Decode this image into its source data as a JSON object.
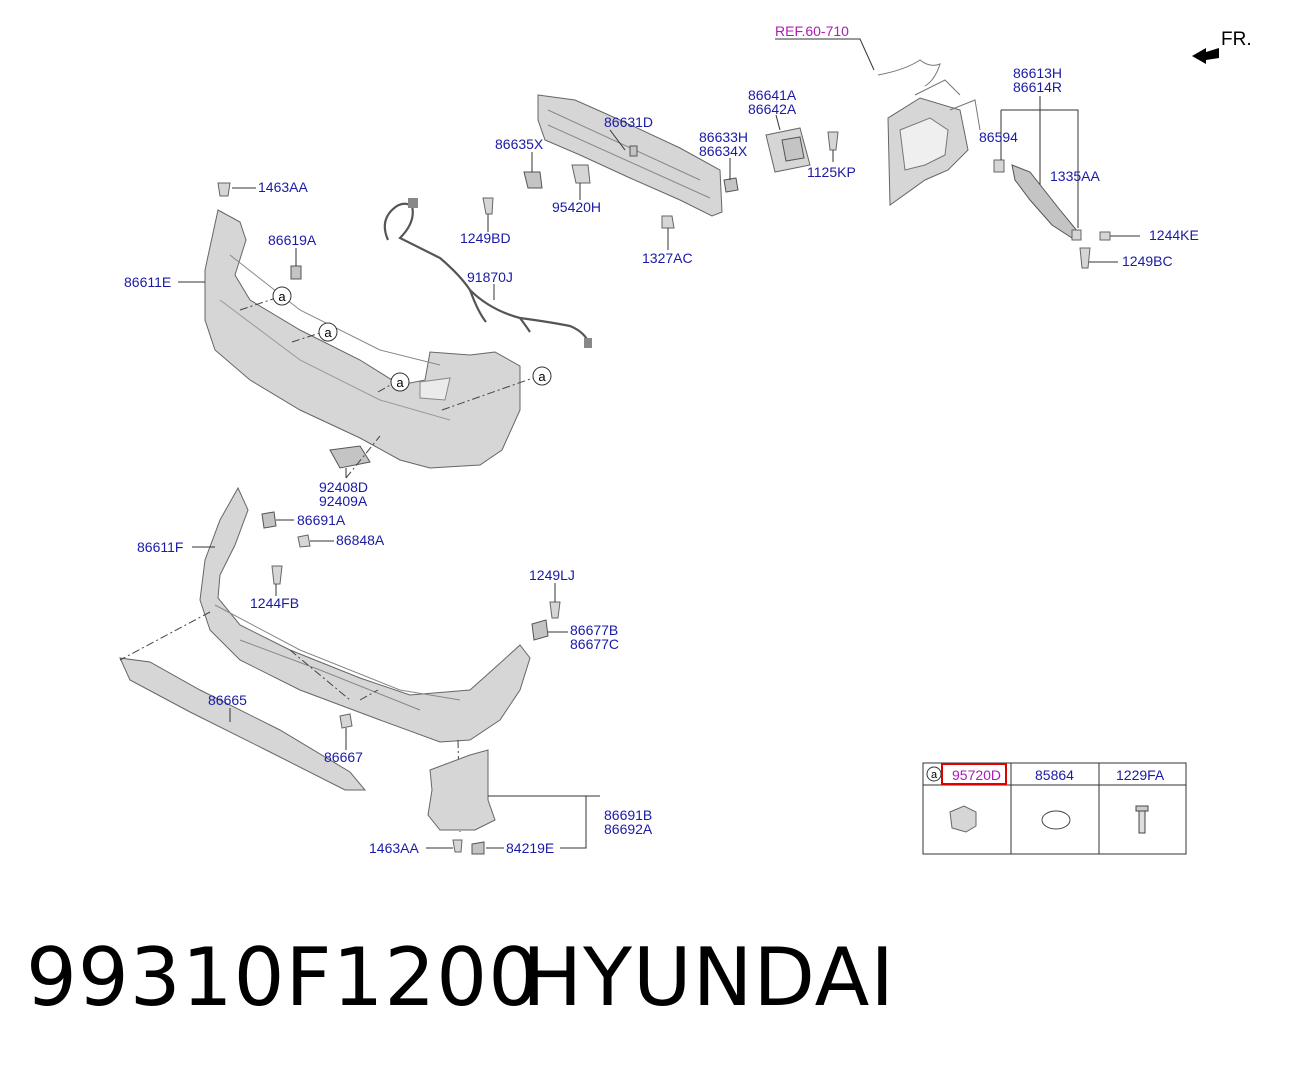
{
  "direction_label": "FR.",
  "reference": "REF.60-710",
  "callouts": {
    "c86613H": "86613H",
    "c86614R": "86614R",
    "c86641A": "86641A",
    "c86642A": "86642A",
    "c86631D": "86631D",
    "c86635X": "86635X",
    "c86633H": "86633H",
    "c86634X": "86634X",
    "c86594": "86594",
    "c1125KP": "1125KP",
    "c1335AA": "1335AA",
    "c95420H": "95420H",
    "c1463AA_top": "1463AA",
    "c1249BD": "1249BD",
    "c86619A": "86619A",
    "c1244KE": "1244KE",
    "c1327AC": "1327AC",
    "c1249BC": "1249BC",
    "c91870J": "91870J",
    "c86611E": "86611E",
    "c92408D": "92408D",
    "c92409A": "92409A",
    "c86691A": "86691A",
    "c86611F": "86611F",
    "c86848A": "86848A",
    "c1249LJ": "1249LJ",
    "c1244FB": "1244FB",
    "c86677B": "86677B",
    "c86677C": "86677C",
    "c86665": "86665",
    "c86667": "86667",
    "c86691B": "86691B",
    "c86692A": "86692A",
    "c1463AA_bottom": "1463AA",
    "c84219E": "84219E"
  },
  "markers": {
    "a1": "a",
    "a2": "a",
    "a3": "a",
    "a4": "a"
  },
  "parts_table": {
    "marker": "a",
    "columns": [
      "95720D",
      "85864",
      "1229FA"
    ],
    "highlight_color": "#e00000"
  },
  "footer": {
    "part_number": "99310F1200",
    "brand": "HYUNDAI"
  }
}
